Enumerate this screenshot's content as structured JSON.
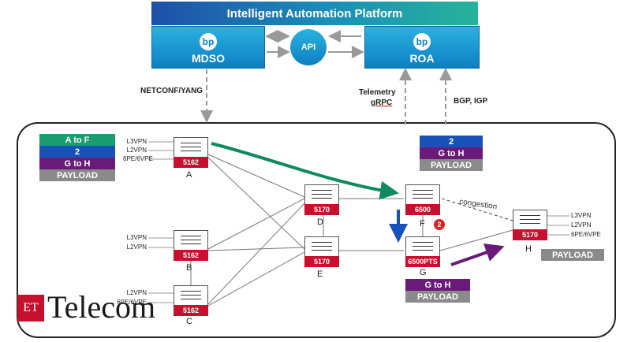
{
  "platform": {
    "title": "Intelligent Automation Platform",
    "api": "API"
  },
  "mdso": {
    "logo": "bp",
    "name": "MDSO"
  },
  "roa": {
    "logo": "bp",
    "name": "ROA"
  },
  "links": {
    "netconf": "NETCONF/YANG",
    "telemetry": "Telemetry",
    "grpc": "gRPC",
    "bgp": "BGP, IGP"
  },
  "stack_left": [
    "A to F",
    "2",
    "G to H",
    "PAYLOAD"
  ],
  "stack_right_top": [
    "2",
    "G to H",
    "PAYLOAD"
  ],
  "stack_bottom": [
    "G to H",
    "PAYLOAD"
  ],
  "payload_h": "PAYLOAD",
  "nodes": {
    "A": {
      "model": "5162",
      "letter": "A",
      "services": [
        "L3VPN",
        "L2VPN",
        "6PE/6VPE"
      ]
    },
    "B": {
      "model": "5162",
      "letter": "B",
      "services": [
        "L3VPN",
        "L2VPN"
      ]
    },
    "C": {
      "model": "5162",
      "letter": "C",
      "services": [
        "L2VPN",
        "6PE/6VPE"
      ]
    },
    "D": {
      "model": "5170",
      "letter": "D"
    },
    "E": {
      "model": "5170",
      "letter": "E"
    },
    "F": {
      "model": "6500",
      "letter": "F",
      "badge": "2"
    },
    "G": {
      "model": "6500PTS",
      "letter": "G"
    },
    "H": {
      "model": "5170",
      "letter": "H",
      "services": [
        "L3VPN",
        "L2VPN",
        "6PE/6VPE"
      ]
    }
  },
  "congestion": "congestion",
  "logo": {
    "mark": "ET",
    "word": "Telecom"
  },
  "colors": {
    "green_arrow": "#0f8a5f",
    "blue_arrow": "#1652b8",
    "purple_arrow": "#6a1b7a",
    "router_red": "#c8102e"
  }
}
